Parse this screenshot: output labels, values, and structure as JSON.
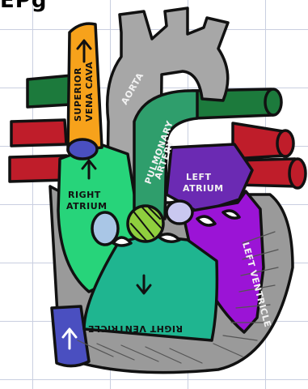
{
  "corner_text": "EPg",
  "labels": {
    "aorta": "AORTA",
    "svc_line1": "SUPERIOR",
    "svc_line2": "VENA CAVA",
    "pa_line1": "PULMONARY",
    "pa_line2": "ARTERY",
    "ra_line1": "RIGHT",
    "ra_line2": "ATRIUM",
    "la_line1": "LEFT",
    "la_line2": "ATRIUM",
    "lv": "LEFT VENTRICLE",
    "rv": "RIGHT VENTRICLE"
  },
  "colors": {
    "aorta": "#a7a7a7",
    "svc": "#f7a21b",
    "ivc": "#4a4fc0",
    "pulmonary_artery": "#2f9e6c",
    "right_atrium": "#27d47a",
    "right_ventricle": "#1fb590",
    "left_atrium": "#6b2ab3",
    "left_ventricle": "#9b14d6",
    "pulmonary_veins": "#bf1d2a",
    "pulmonary_arteries": "#1c7a3c",
    "heart_wall": "#9a9a9a",
    "outline": "#111111"
  },
  "icons": [
    "up-arrow-icon",
    "down-arrow-icon",
    "pulmonary-valve",
    "mitral-valve"
  ]
}
